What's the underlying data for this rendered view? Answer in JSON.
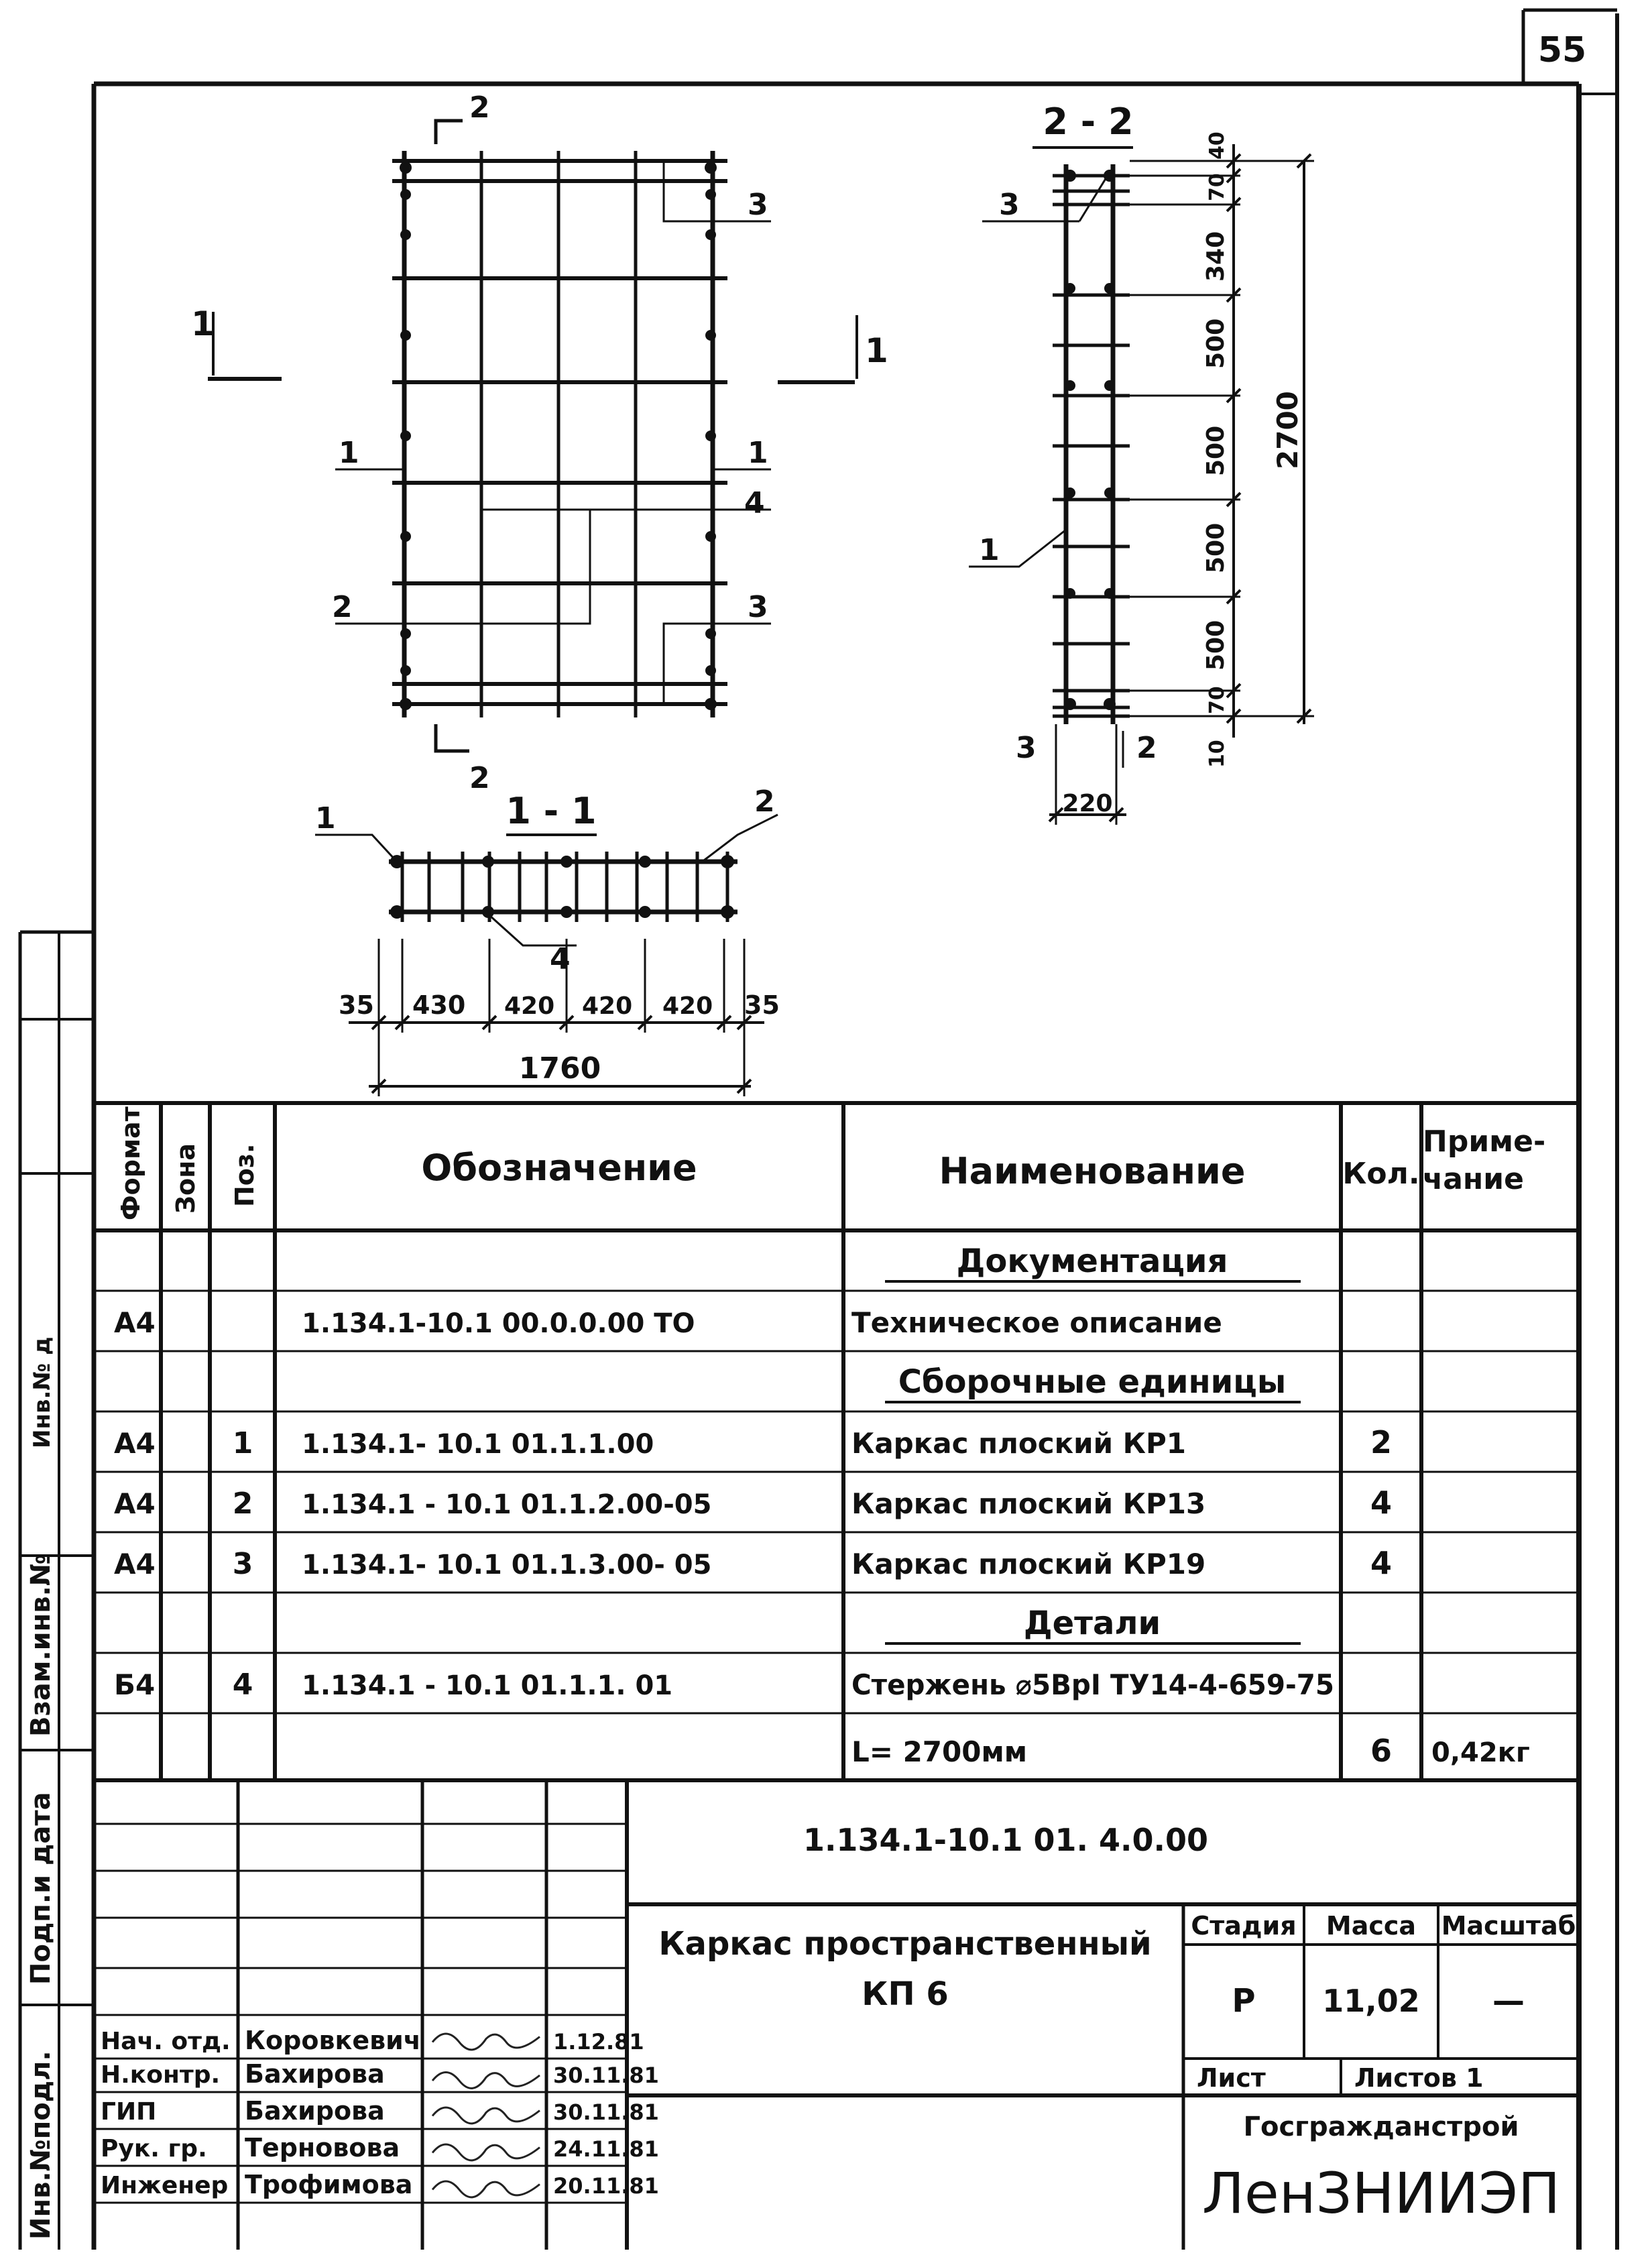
{
  "sheet": {
    "number": "55"
  },
  "drawing": {
    "section_2_2": "2 - 2",
    "section_1_1": "1 - 1",
    "section_cut_marks": [
      "1",
      "1",
      "2",
      "2"
    ],
    "position_leaders": {
      "plan": [
        "3",
        "1",
        "1",
        "4",
        "2",
        "3"
      ],
      "section_2_2": [
        "3",
        "1",
        "3",
        "2"
      ],
      "section_1_1": [
        "1",
        "2",
        "4"
      ]
    },
    "dims_1_1": [
      "35",
      "430",
      "420",
      "420",
      "420",
      "35"
    ],
    "dim_1_1_total": "1760",
    "dims_2_2_vertical": [
      "40",
      "70",
      "340",
      "500",
      "500",
      "500",
      "500",
      "70",
      "10"
    ],
    "dim_2_2_total": "2700",
    "dim_2_2_width": "220"
  },
  "spec_table": {
    "headers": {
      "format": "Формат",
      "zone": "Зона",
      "pos": "Поз.",
      "designation": "Обозначение",
      "name": "Наименование",
      "qty": "Кол.",
      "note": "Приме-чание"
    },
    "rows": [
      {
        "format": "",
        "pos": "",
        "designation": "",
        "name": "Документация",
        "qty": "",
        "note": "",
        "section": true
      },
      {
        "format": "А4",
        "pos": "",
        "designation": "1.134.1-10.1 00.0.0.00 ТО",
        "name": "Техническое  описание",
        "qty": "",
        "note": ""
      },
      {
        "format": "",
        "pos": "",
        "designation": "",
        "name": "Сборочные единицы",
        "qty": "",
        "note": "",
        "section": true
      },
      {
        "format": "А4",
        "pos": "1",
        "designation": "1.134.1- 10.1 01.1.1.00",
        "name": "Каркас плоский КР1",
        "qty": "2",
        "note": ""
      },
      {
        "format": "А4",
        "pos": "2",
        "designation": "1.134.1 - 10.1 01.1.2.00-05",
        "name": "Каркас плоский КР13",
        "qty": "4",
        "note": ""
      },
      {
        "format": "А4",
        "pos": "3",
        "designation": "1.134.1- 10.1 01.1.3.00- 05",
        "name": "Каркас плоский КР19",
        "qty": "4",
        "note": ""
      },
      {
        "format": "",
        "pos": "",
        "designation": "",
        "name": "Детали",
        "qty": "",
        "note": "",
        "section": true
      },
      {
        "format": "Б4",
        "pos": "4",
        "designation": "1.134.1 - 10.1 01.1.1. 01",
        "name": "Стержень ⌀5ВрI ТУ14-4-659-75",
        "qty": "",
        "note": ""
      },
      {
        "format": "",
        "pos": "",
        "designation": "",
        "name": "L= 2700мм",
        "qty": "6",
        "note": "0,42кг"
      }
    ]
  },
  "title_block": {
    "code": "1.134.1-10.1 01. 4.0.00",
    "name_line1": "Каркас пространственный",
    "name_line2": "КП 6",
    "stage_label": "Стадия",
    "mass_label": "Масса",
    "scale_label": "Масштаб",
    "stage_value": "Р",
    "mass_value": "11,02",
    "scale_value": "—",
    "sheet_label": "Лист",
    "sheets_label": "Листов 1",
    "org_line1": "Госгражданстрой",
    "org_line2": "ЛенЗНИИЭП",
    "signatures": [
      {
        "role": "Нач. отд.",
        "name": "Коровкевич",
        "date": "1.12.81"
      },
      {
        "role": "Н.контр.",
        "name": "Бахирова",
        "date": "30.11.81"
      },
      {
        "role": "ГИП",
        "name": "Бахирова",
        "date": "30.11.81"
      },
      {
        "role": "Рук. гр.",
        "name": "Терновова",
        "date": "24.11.81"
      },
      {
        "role": "Инженер",
        "name": "Трофимова",
        "date": "20.11.81"
      }
    ]
  },
  "side_stamp": {
    "inv_podl": "Инв.№подл.",
    "podp_data": "Подп.и дата",
    "vzam_inv": "Взам.инв.№",
    "cut_text": "Инв.№ д"
  }
}
